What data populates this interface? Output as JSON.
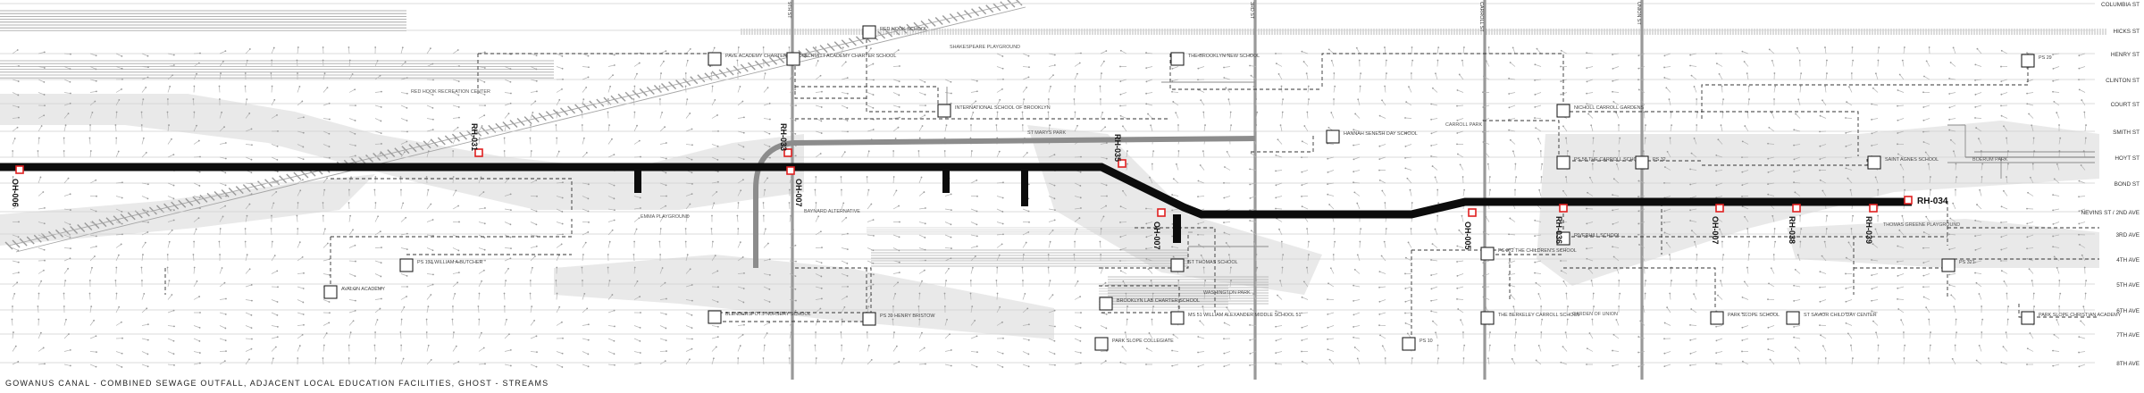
{
  "caption": "GOWANUS CANAL - COMBINED SEWAGE OUTFALL, ADJACENT LOCAL EDUCATION FACILITIES, GHOST - STREAMS",
  "streets": [
    {
      "label": "COLUMBIA ST"
    },
    {
      "label": "HICKS ST"
    },
    {
      "label": "HENRY ST"
    },
    {
      "label": "CLINTON ST"
    },
    {
      "label": "COURT ST"
    },
    {
      "label": "SMITH ST"
    },
    {
      "label": "HOYT ST"
    },
    {
      "label": "BOND ST"
    },
    {
      "label": "NEVINS ST / 2ND AVE"
    },
    {
      "label": "3RD AVE"
    },
    {
      "label": "4TH AVE"
    },
    {
      "label": "5TH AVE"
    },
    {
      "label": "6TH AVE"
    },
    {
      "label": "7TH AVE"
    },
    {
      "label": "8TH AVE"
    }
  ],
  "cross_streets": [
    {
      "label": "9TH ST"
    },
    {
      "label": "3RD ST"
    },
    {
      "label": "CARROLL ST"
    },
    {
      "label": "UNION ST"
    }
  ],
  "outfalls": [
    {
      "label": "OH-006"
    },
    {
      "label": "RH-031"
    },
    {
      "label": "RH-033"
    },
    {
      "label": "OH-007"
    },
    {
      "label": "RH-035"
    },
    {
      "label": "OH-007"
    },
    {
      "label": "OH-005"
    },
    {
      "label": "RH-036"
    },
    {
      "label": "OH-007"
    },
    {
      "label": "RH-038"
    },
    {
      "label": "RH-039"
    },
    {
      "label": "RH-034"
    }
  ],
  "schools": [
    {
      "label": "PAVE ACADEMY CHARTER SCHOOL"
    },
    {
      "label": "SCHMITT ACADEMY CHARTER SCHOOL"
    },
    {
      "label": "RED HOOK SCHOOL"
    },
    {
      "label": "INTERNATIONAL SCHOOL OF BROOKLYN"
    },
    {
      "label": "THE BROOKLYN NEW SCHOOL"
    },
    {
      "label": "PS 29"
    },
    {
      "label": "NICHOLL CARROLL GARDENS"
    },
    {
      "label": "HANNAH SENESH DAY SCHOOL"
    },
    {
      "label": "PS 58 THE CARROLL SCHOOL"
    },
    {
      "label": "PS 32"
    },
    {
      "label": "SAINT AGNES SCHOOL"
    },
    {
      "label": "PS 133 WILLIAM A BUTCHER"
    },
    {
      "label": "AVALON ACADEMY"
    },
    {
      "label": "BLENDERSPOTS NURSERY SCHOOL"
    },
    {
      "label": "PS 39 HENRY BRISTOW"
    },
    {
      "label": "ST THOMAS SCHOOL"
    },
    {
      "label": "BROOKLYN LAB CHARTER SCHOOL"
    },
    {
      "label": "MS 51 WILLIAM ALEXANDER MIDDLE SCHOOL 51"
    },
    {
      "label": "PARK SLOPE COLLEGIATE"
    },
    {
      "label": "PS 372 THE CHILDREN'S SCHOOL"
    },
    {
      "label": "RIVERHILL SCHOOL"
    },
    {
      "label": "THE BERKELEY CARROLL SCHOOL"
    },
    {
      "label": "PS 10"
    },
    {
      "label": "PARK SLOPE SCHOOL"
    },
    {
      "label": "ST SAVIOR CHILD DAY CENTER"
    },
    {
      "label": "PS 321"
    },
    {
      "label": "PARK SLOPE CHRISTIAN ACADEMY"
    }
  ],
  "places": [
    {
      "label": "RED HOOK RECREATION CENTER"
    },
    {
      "label": "SHAKESPEARE PLAYGROUND"
    },
    {
      "label": "ST MARYS PARK"
    },
    {
      "label": "CARROLL PARK"
    },
    {
      "label": "EMMA PLAYGROUND"
    },
    {
      "label": "BOERUM PARK"
    },
    {
      "label": "THOMAS GREENE PLAYGROUND"
    },
    {
      "label": "GARDEN OF UNION"
    },
    {
      "label": "WASHINGTON PARK"
    },
    {
      "label": "BAYNARD ALTERNATIVE"
    }
  ],
  "colors": {
    "canal": "#0c0c0c",
    "outfall": "#e02020",
    "street": "#cfcfcf",
    "avenue": "#999999",
    "ghost": "#e2e2e2",
    "dashed": "#333333",
    "arrow": "#b5b5b5"
  }
}
